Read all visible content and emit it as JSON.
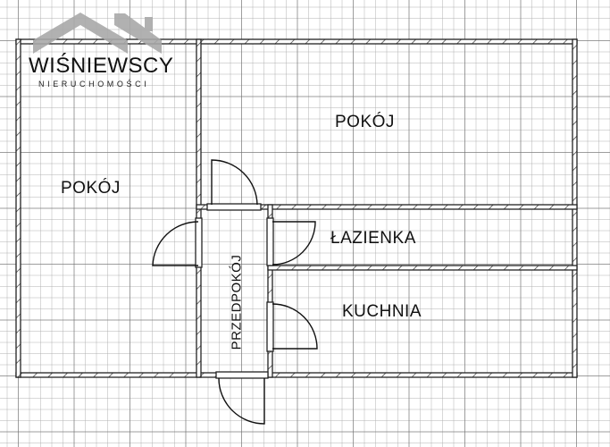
{
  "logo": {
    "title": "WIŚNIEWSCY",
    "subtitle": "NIERUCHOMOŚCI",
    "roof_color": "#a8a8a8"
  },
  "rooms": [
    {
      "id": "pokoj-top",
      "label": "POKÓJ"
    },
    {
      "id": "pokoj-left",
      "label": "POKÓJ"
    },
    {
      "id": "lazienka",
      "label": "ŁAZIENKA"
    },
    {
      "id": "kuchnia",
      "label": "KUCHNIA"
    },
    {
      "id": "przedpokoj",
      "label": "PRZEDPOKÓJ"
    }
  ],
  "colors": {
    "wall": "#222222",
    "grid": "#aaaaaa"
  }
}
